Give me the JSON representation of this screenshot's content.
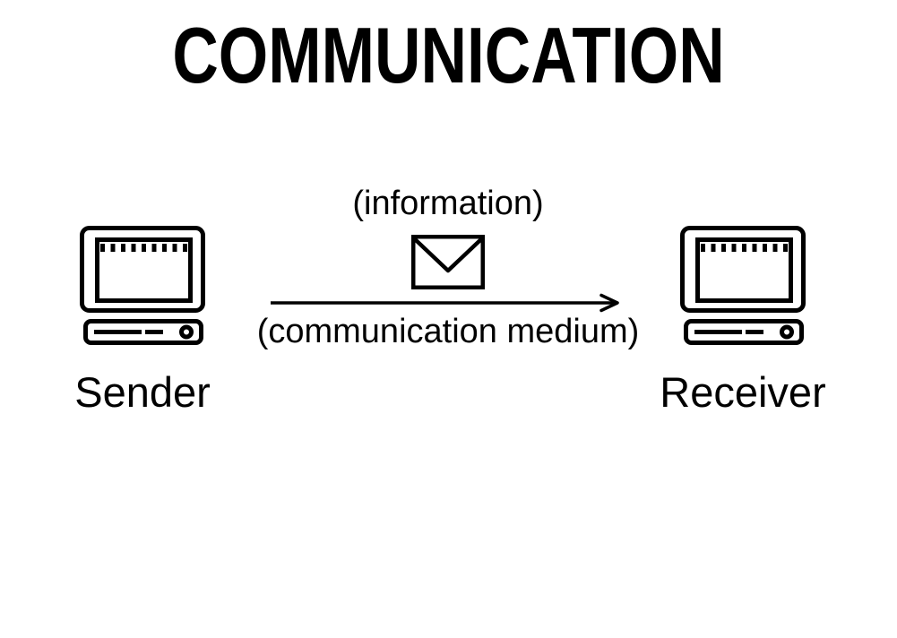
{
  "title": "COMMUNICATION",
  "colors": {
    "bg": "#ffffff",
    "fg": "#000000"
  },
  "sender": {
    "label": "Sender",
    "icon": "computer-icon"
  },
  "receiver": {
    "label": "Receiver",
    "icon": "computer-icon"
  },
  "channel": {
    "info_label": "(information)",
    "message_icon": "envelope-icon",
    "arrow_icon": "right-arrow-icon",
    "medium_label": "(communication medium)",
    "direction": "left-to-right"
  }
}
